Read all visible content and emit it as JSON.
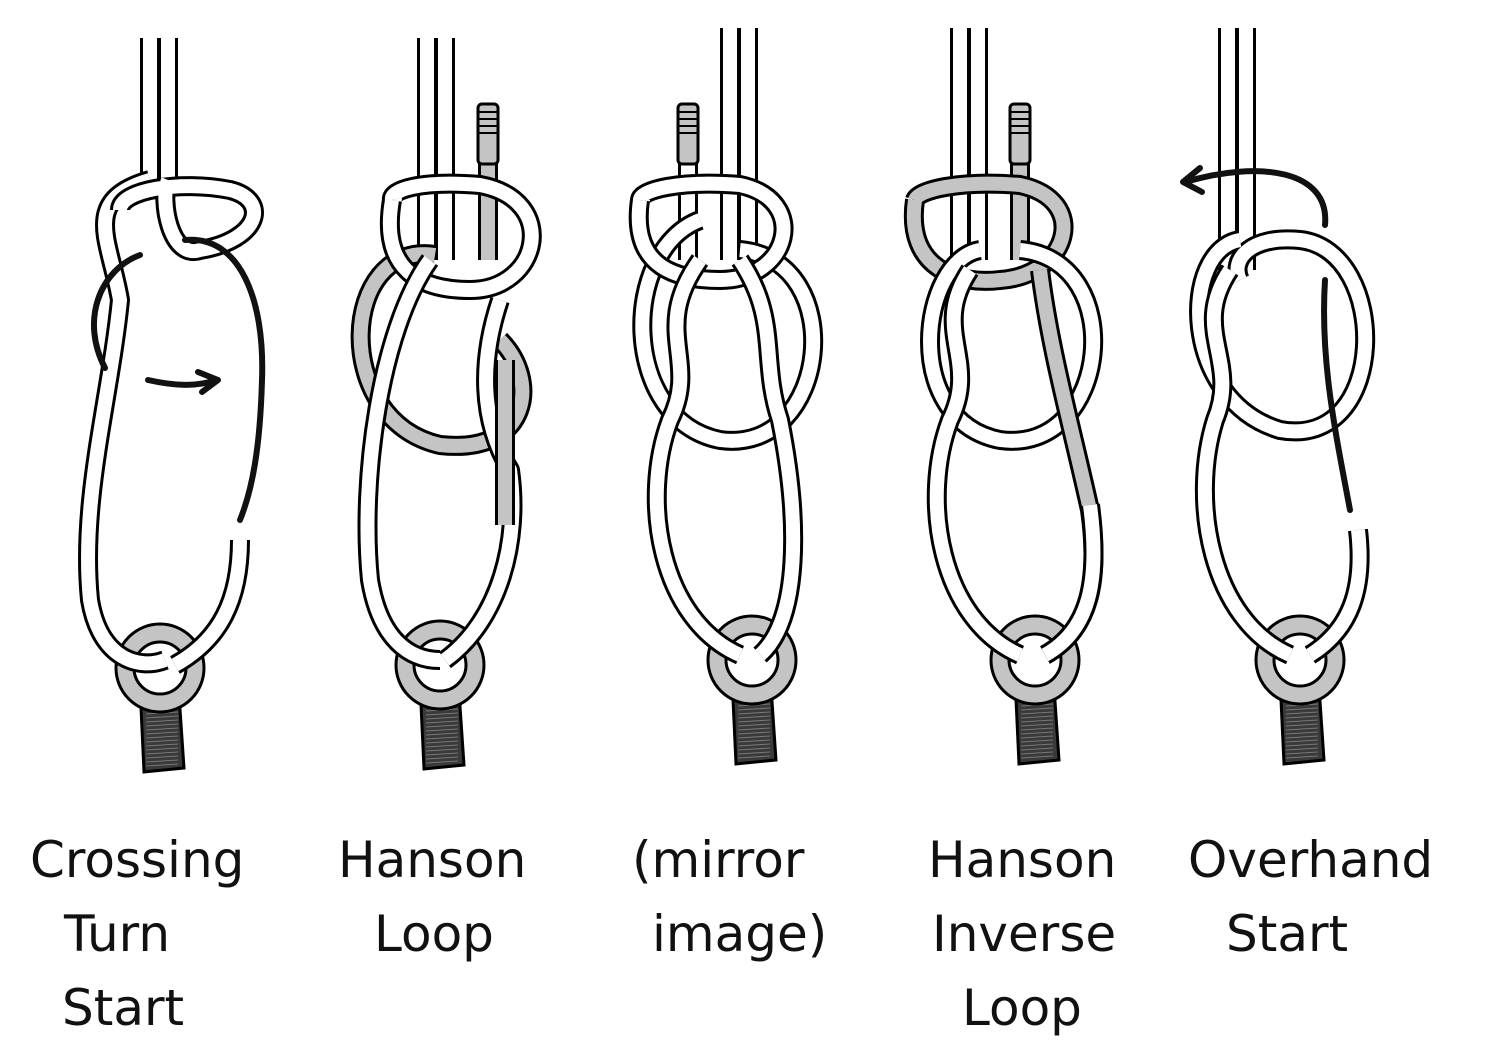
{
  "colors": {
    "rope_fill": "#ffffff",
    "rope_outline": "#000000",
    "rope_gray": "#c4c4c4",
    "ring": "#c4c4c4",
    "strap": "#3a3a3a"
  },
  "panels": [
    {
      "id": "crossing-turn-start",
      "caption": [
        "Crossing",
        "Turn",
        "Start"
      ]
    },
    {
      "id": "hanson-loop",
      "caption": [
        "Hanson",
        "Loop"
      ]
    },
    {
      "id": "mirror-image",
      "caption": [
        "(mirror",
        "image)"
      ]
    },
    {
      "id": "hanson-inverse-loop",
      "caption": [
        "Hanson",
        "Inverse",
        "Loop"
      ]
    },
    {
      "id": "overhand-start",
      "caption": [
        "Overhand",
        "Start"
      ]
    }
  ]
}
